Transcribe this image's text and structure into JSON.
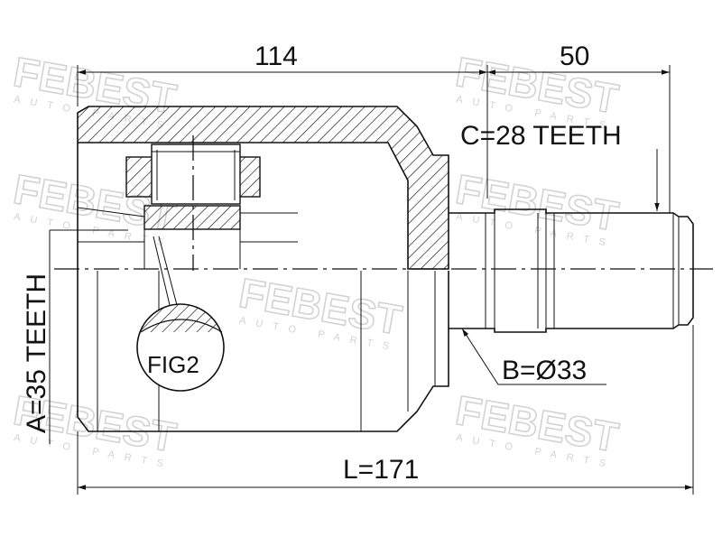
{
  "watermark": {
    "brand": "FEBEST",
    "tagline": "AUTO PARTS"
  },
  "dimensions": {
    "length_114": "114",
    "length_50": "50",
    "teeth_c": "C=28 TEETH",
    "teeth_a": "A=35 TEETH",
    "diameter_b": "B=Ø33",
    "total_length": "L=171"
  },
  "detail_label": "FIG2"
}
